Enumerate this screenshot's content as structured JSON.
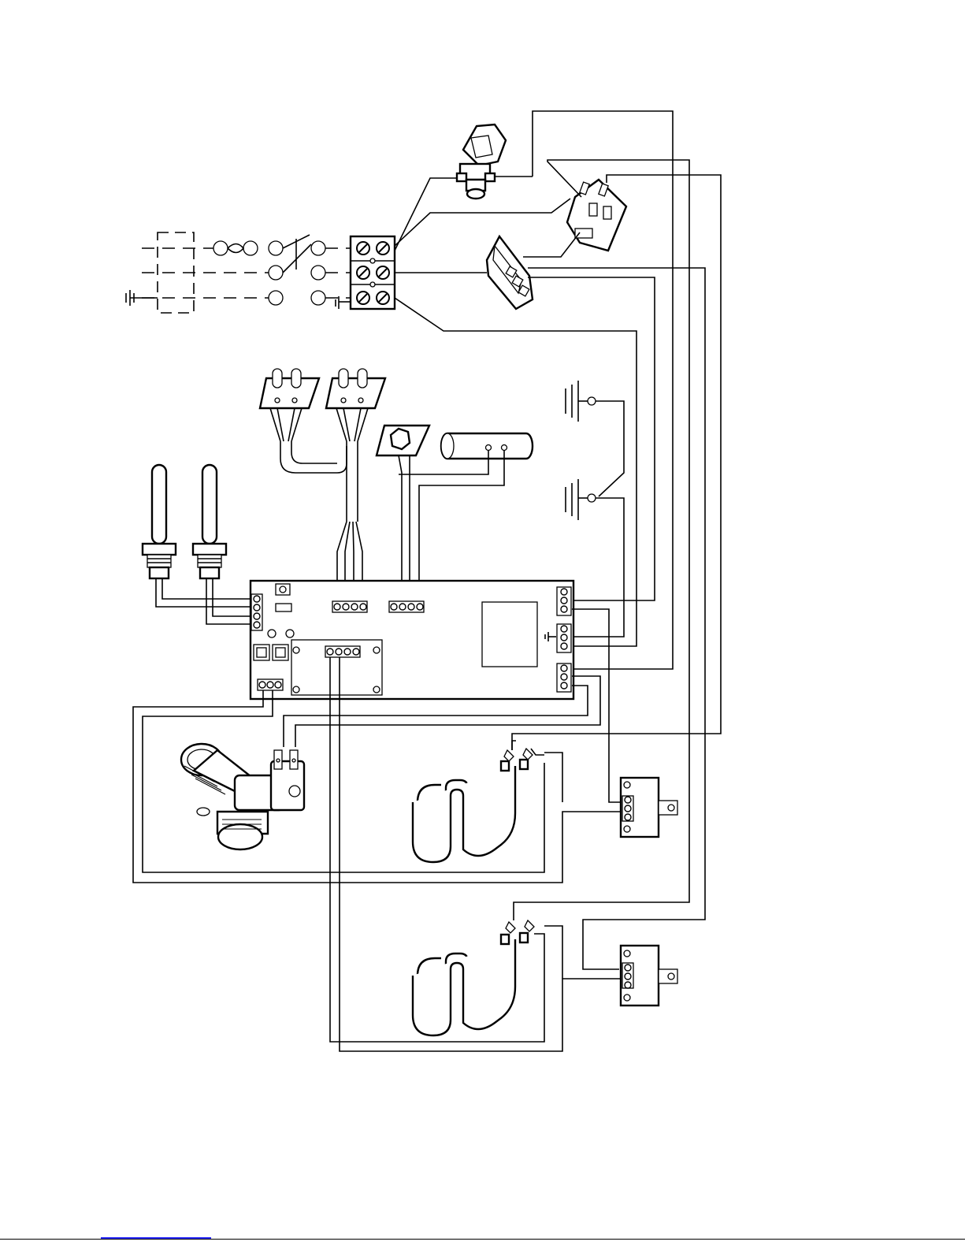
{
  "diagram": {
    "type": "wiring-schematic",
    "line_color": "#000000",
    "background": "#ffffff",
    "components": [
      "power-supply-disconnect",
      "terminal-block",
      "pressure-switch",
      "relay",
      "main-switch",
      "probe-connectors",
      "level-probes",
      "temperature-sensor",
      "thermistor-tube",
      "ground-terminals",
      "control-board",
      "solenoid-water-valve",
      "heating-element",
      "thermal-cutout"
    ]
  },
  "footer": {
    "link_color": "#2a2aff"
  }
}
